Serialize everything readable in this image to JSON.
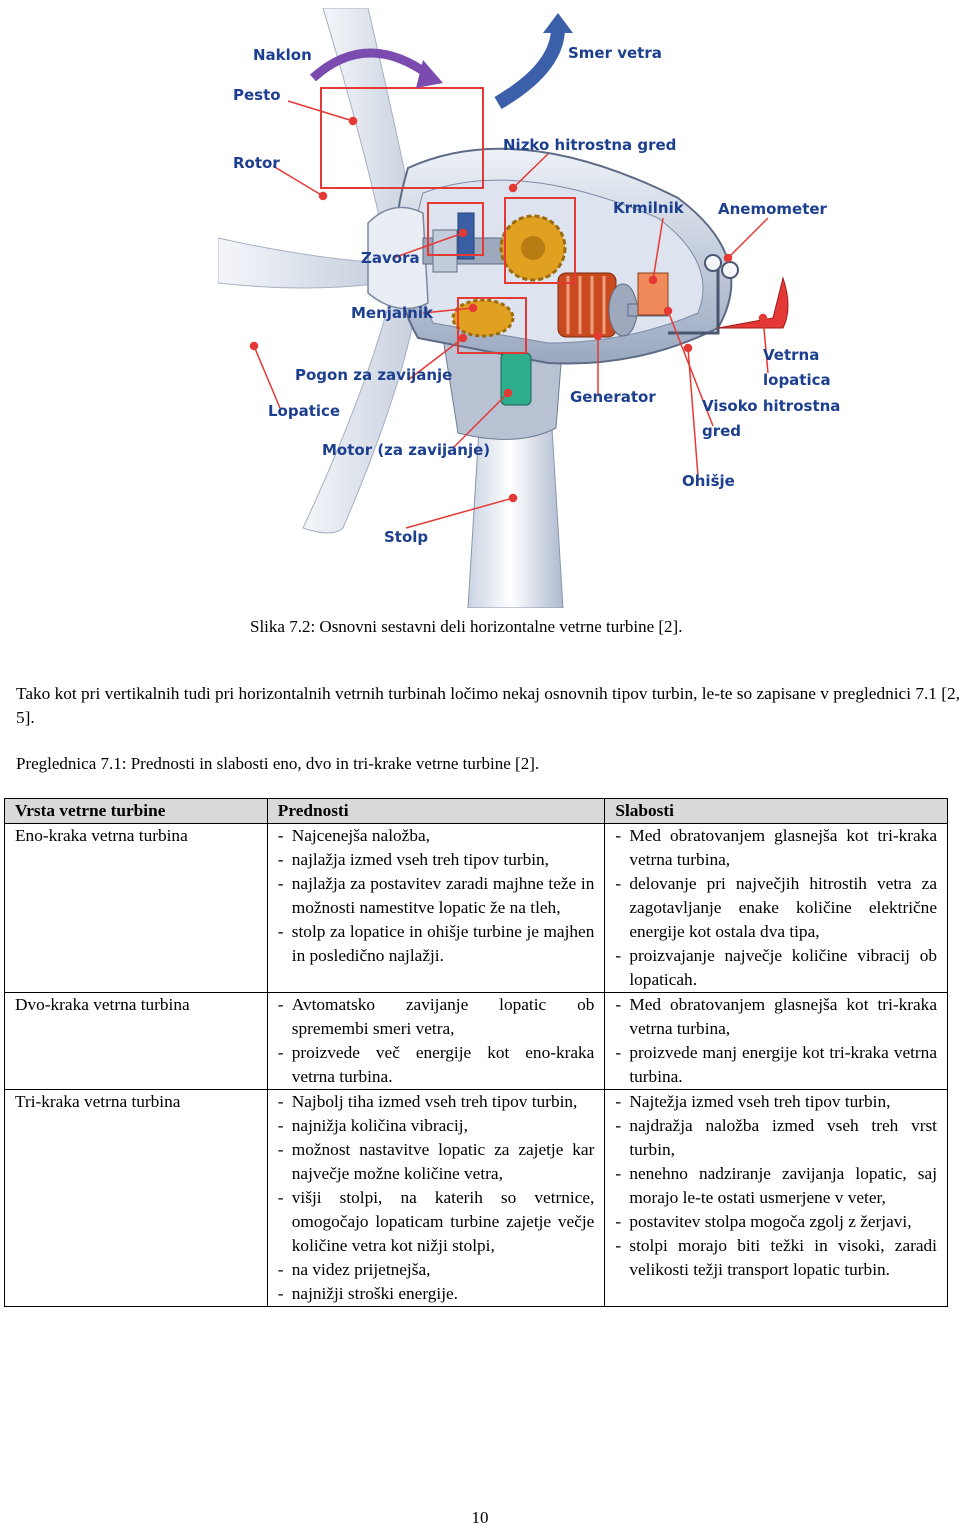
{
  "figure": {
    "labels": {
      "naklon": "Naklon",
      "pesto": "Pesto",
      "rotor": "Rotor",
      "smer_vetra": "Smer vetra",
      "nizko_gred": "Nizko hitrostna gred",
      "krmilnik": "Krmilnik",
      "anemometer": "Anemometer",
      "zavora": "Zavora",
      "menjalnik": "Menjalnik",
      "pogon": "Pogon za zavijanje",
      "lopatice": "Lopatice",
      "motor": "Motor (za zavijanje)",
      "generator": "Generator",
      "vetrna_1": "Vetrna",
      "vetrna_2": "lopatica",
      "visoko_1": "Visoko hitrostna",
      "visoko_2": "gred",
      "ohisje": "Ohišje",
      "stolp": "Stolp"
    },
    "colors": {
      "label": "#1d3f8f",
      "callout": "#e53935",
      "arrow": "#3b5fa8",
      "gear": "#e0a020",
      "generator": "#c84a1e"
    }
  },
  "caption": "Slika 7.2: Osnovni sestavni deli horizontalne vetrne turbine [2].",
  "paragraph": "Tako kot pri vertikalnih tudi pri horizontalnih vetrnih turbinah ločimo nekaj osnovnih tipov turbin, le-te so zapisane v preglednici 7.1 [2, 5].",
  "table_caption": "Preglednica 7.1: Prednosti in slabosti eno, dvo in tri-krake vetrne turbine [2].",
  "table": {
    "headers": [
      "Vrsta vetrne turbine",
      "Prednosti",
      "Slabosti"
    ],
    "rows": [
      {
        "type": "Eno-kraka vetrna turbina",
        "pros": [
          "Najcenejša naložba,",
          "najlažja izmed vseh treh tipov turbin,",
          "najlažja za postavitev zaradi majhne teže in možnosti namestitve lopatic že na tleh,",
          "stolp za lopatice in ohišje turbine je majhen in posledično najlažji."
        ],
        "cons": [
          "Med obratovanjem glasnejša kot tri-kraka vetrna turbina,",
          "delovanje pri največjih hitrostih vetra za zagotavljanje enake količine električne energije kot ostala dva tipa,",
          "proizvajanje največje količine vibracij ob lopaticah."
        ]
      },
      {
        "type": "Dvo-kraka vetrna turbina",
        "pros": [
          "Avtomatsko zavijanje lopatic ob spremembi smeri vetra,",
          "proizvede več energije kot eno-kraka vetrna turbina."
        ],
        "cons": [
          "Med obratovanjem glasnejša kot tri-kraka vetrna turbina,",
          "proizvede manj energije kot tri-kraka vetrna turbina."
        ]
      },
      {
        "type": "Tri-kraka vetrna turbina",
        "pros": [
          "Najbolj tiha izmed vseh treh tipov turbin,",
          "najnižja količina vibracij,",
          "možnost nastavitve lopatic za zajetje kar največje možne količine vetra,",
          "višji stolpi, na katerih so vetrnice, omogočajo lopaticam turbine zajetje večje količine vetra kot nižji stolpi,",
          "na videz prijetnejša,",
          "najnižji stroški energije."
        ],
        "cons": [
          "Najtežja izmed vseh treh tipov turbin,",
          "najdražja naložba izmed vseh treh vrst turbin,",
          "nenehno nadziranje zavijanja lopatic, saj morajo le-te ostati usmerjene v veter,",
          "postavitev stolpa mogoča zgolj z žerjavi,",
          "stolpi morajo biti težki in visoki, zaradi velikosti težji transport lopatic turbin."
        ]
      }
    ]
  },
  "page_number": "10"
}
